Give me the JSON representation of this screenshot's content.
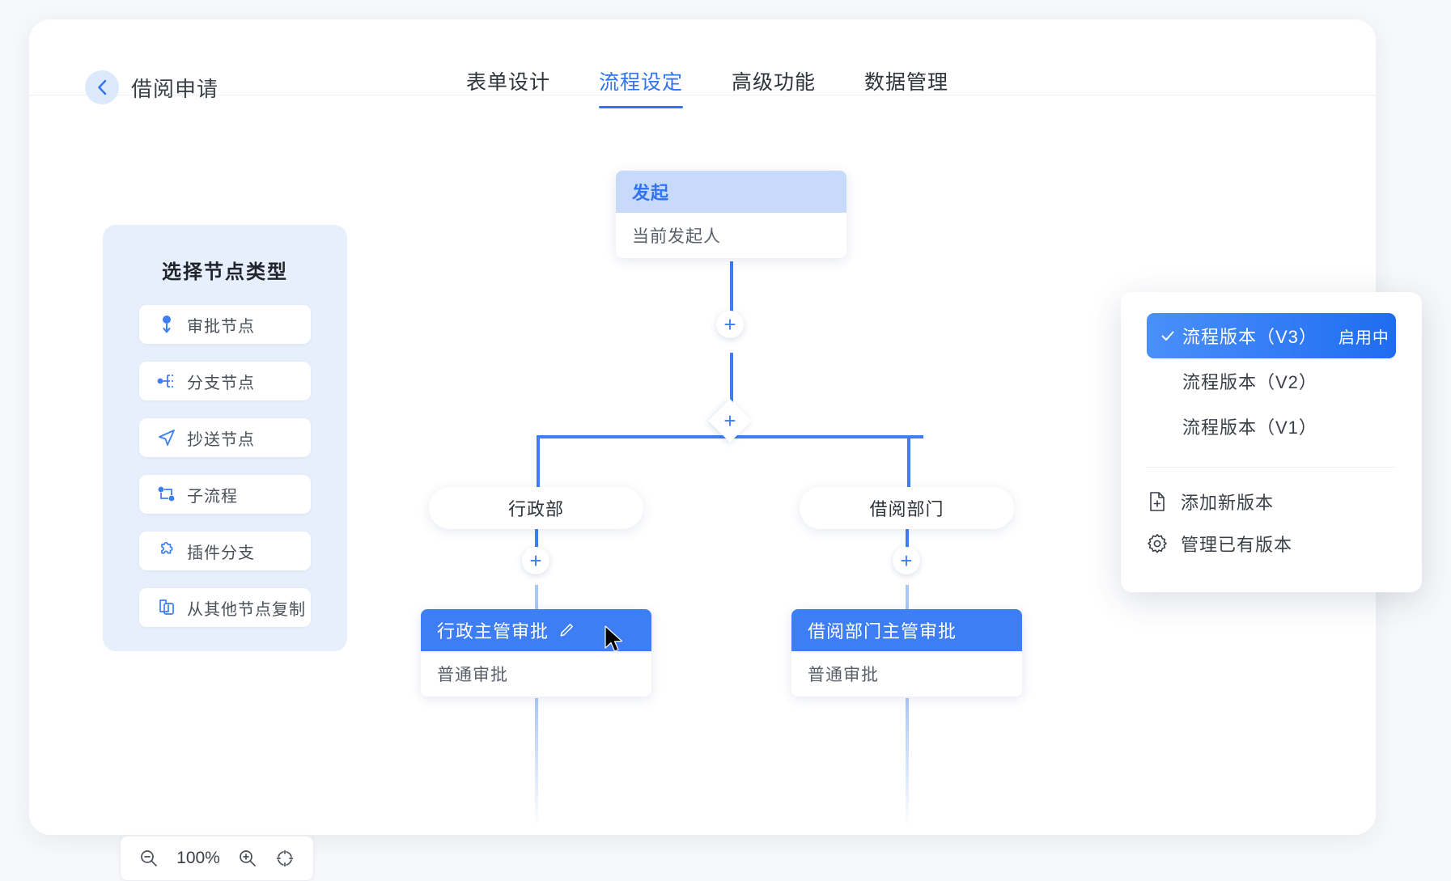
{
  "header": {
    "back_icon": "chevron-left-icon",
    "title": "借阅申请",
    "tabs": [
      {
        "label": "表单设计",
        "active": false
      },
      {
        "label": "流程设定",
        "active": true
      },
      {
        "label": "高级功能",
        "active": false
      },
      {
        "label": "数据管理",
        "active": false
      }
    ]
  },
  "node_panel": {
    "title": "选择节点类型",
    "items": [
      {
        "label": "审批节点",
        "icon": "approval-pin-icon"
      },
      {
        "label": "分支节点",
        "icon": "branch-icon"
      },
      {
        "label": "抄送节点",
        "icon": "send-plane-icon"
      },
      {
        "label": "子流程",
        "icon": "subprocess-icon"
      },
      {
        "label": "插件分支",
        "icon": "puzzle-icon"
      },
      {
        "label": "从其他节点复制",
        "icon": "copy-icon"
      }
    ]
  },
  "flow": {
    "start_node": {
      "title": "发起",
      "subtitle": "当前发起人"
    },
    "branches": [
      {
        "pill_label": "行政部",
        "node_title": "行政主管审批",
        "node_subtitle": "普通审批",
        "edit_icon": "pencil-icon",
        "has_edit": true
      },
      {
        "pill_label": "借阅部门",
        "node_title": "借阅部门主管审批",
        "node_subtitle": "普通审批",
        "edit_icon": "",
        "has_edit": false
      }
    ],
    "add_node_glyph": "+",
    "add_branch_glyph": "+"
  },
  "zoom_bar": {
    "zoom_out_icon": "zoom-out-icon",
    "level": "100%",
    "zoom_in_icon": "zoom-in-icon",
    "fit_icon": "fit-to-screen-icon"
  },
  "version_menu": {
    "versions": [
      {
        "label": "流程版本（V3）",
        "selected": true,
        "badge": "启用中"
      },
      {
        "label": "流程版本（V2）",
        "selected": false,
        "badge": ""
      },
      {
        "label": "流程版本（V1）",
        "selected": false,
        "badge": ""
      }
    ],
    "actions": [
      {
        "label": "添加新版本",
        "icon": "file-plus-icon"
      },
      {
        "label": "管理已有版本",
        "icon": "gear-icon"
      }
    ]
  },
  "colors": {
    "accent": "#3d7ef4",
    "accent_soft": "#c7daf9",
    "panel_bg": "#e8effc",
    "page_bg": "#f7f8fa"
  }
}
